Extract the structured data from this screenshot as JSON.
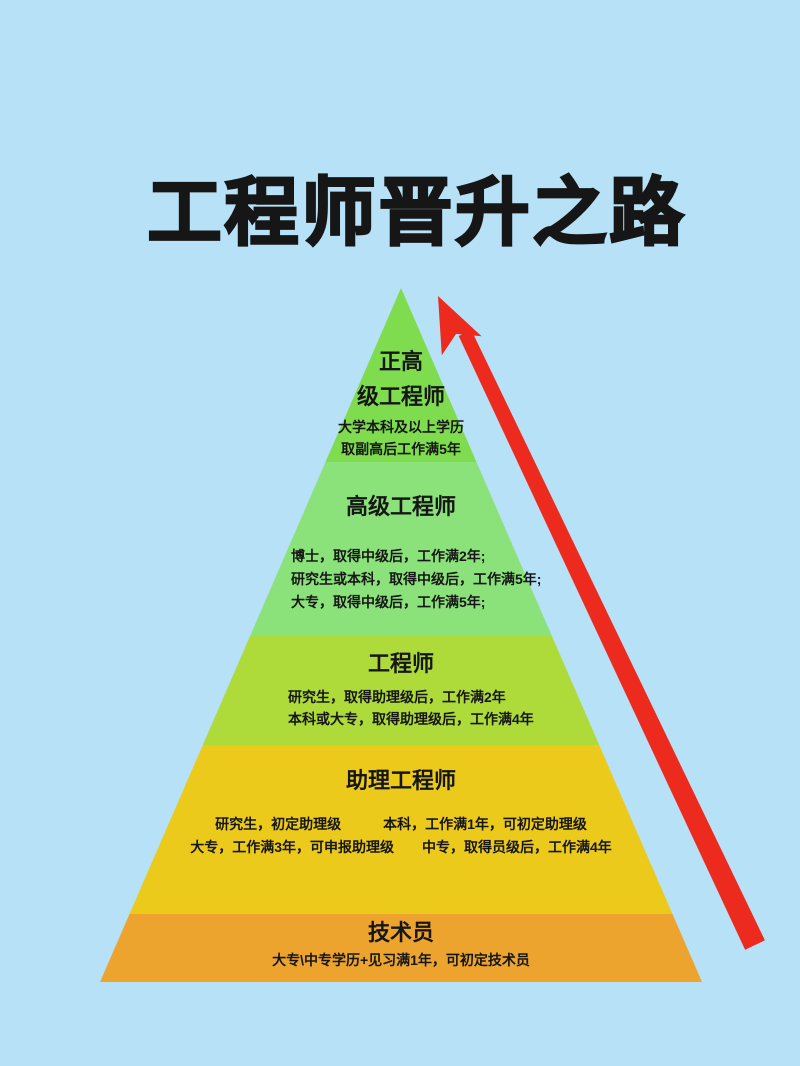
{
  "title": "工程师晋升之路",
  "colors": {
    "background": "#b6e1f6",
    "ink": "#161616",
    "arrow": "#ec2a1d"
  },
  "arrow": {
    "icon": "up-trend-arrow",
    "color": "#ec2a1d"
  },
  "pyramid": {
    "levels": [
      {
        "name": "正高级工程师",
        "color": "#7edc4e",
        "header_line1": "正高",
        "header_line2": "级工程师",
        "lines": [
          "大学本科及以上学历",
          "取副高后工作满5年"
        ]
      },
      {
        "name": "高级工程师",
        "color": "#8ce27a",
        "header": "高级工程师",
        "lines": [
          "博士，取得中级后，工作满2年;",
          "研究生或本科，取得中级后，工作满5年;",
          "大专，取得中级后，工作满5年;"
        ]
      },
      {
        "name": "工程师",
        "color": "#aeda3a",
        "header": "工程师",
        "lines": [
          "研究生，取得助理级后，工作满2年",
          "本科或大专，取得助理级后，工作满4年"
        ]
      },
      {
        "name": "助理工程师",
        "color": "#ecca1c",
        "header": "助理工程师",
        "lines": [
          "研究生，初定助理级　　　本科，工作满1年，可初定助理级",
          "大专，工作满3年，可申报助理级　　中专，取得员级后，工作满4年"
        ]
      },
      {
        "name": "技术员",
        "color": "#eca42f",
        "header": "技术员",
        "lines": [
          "大专\\中专学历+见习满1年，可初定技术员"
        ]
      }
    ]
  }
}
